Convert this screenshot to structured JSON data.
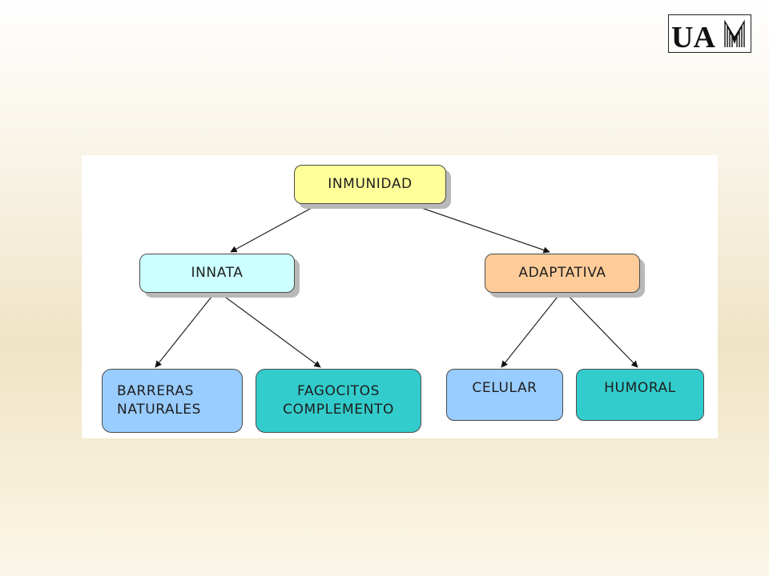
{
  "logo": {
    "text": "UAM"
  },
  "diagram": {
    "nodes": {
      "root": {
        "label": "INMUNIDAD",
        "color": "#ffff99"
      },
      "innata": {
        "label": "INNATA",
        "color": "#ccffff"
      },
      "adaptativa": {
        "label": "ADAPTATIVA",
        "color": "#ffcc99"
      },
      "barreras": {
        "line1": "BARRERAS",
        "line2": "NATURALES",
        "color": "#99ccff"
      },
      "fagocitos": {
        "line1": "FAGOCITOS",
        "line2": "COMPLEMENTO",
        "color": "#33cccc"
      },
      "celular": {
        "label": "CELULAR",
        "color": "#99ccff"
      },
      "humoral": {
        "label": "HUMORAL",
        "color": "#33cccc"
      }
    },
    "edges": [
      {
        "from": "root",
        "to": "innata"
      },
      {
        "from": "root",
        "to": "adaptativa"
      },
      {
        "from": "innata",
        "to": "barreras"
      },
      {
        "from": "innata",
        "to": "fagocitos"
      },
      {
        "from": "adaptativa",
        "to": "celular"
      },
      {
        "from": "adaptativa",
        "to": "humoral"
      }
    ]
  }
}
